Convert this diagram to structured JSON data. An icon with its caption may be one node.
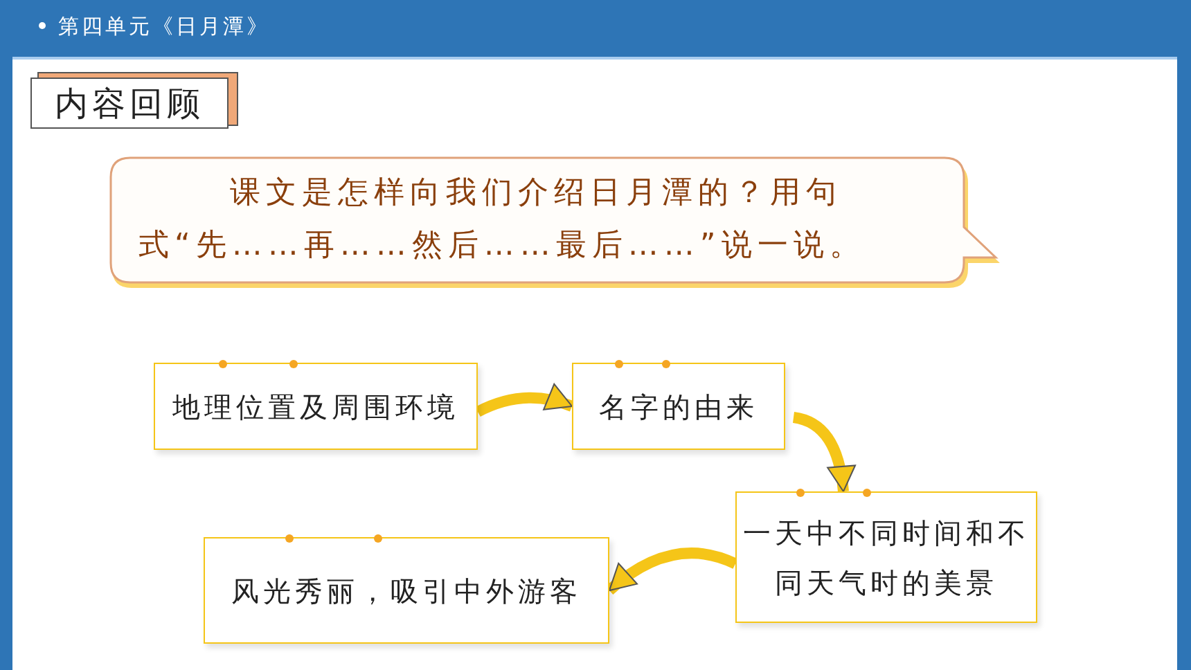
{
  "diagram": {
    "title": "第四单元《日月潭》",
    "nodes": [
      {
        "text": [
          "内容回顾"
        ]
      },
      {
        "text": [
          "课文是怎样向我们介绍日月潭的？用句式“先……再……然后……最后……”说一说。"
        ]
      },
      {
        "text": [
          "地理位置及周围环境"
        ]
      },
      {
        "text": [
          "名字的由来"
        ]
      },
      {
        "text": [
          "一天中不同时间和不同天气时的美景"
        ]
      },
      {
        "text": [
          "风光秀丽，吸引中外游客"
        ]
      }
    ],
    "edges": [
      {
        "from": 2,
        "to": 3,
        "arrow": "to"
      },
      {
        "from": 3,
        "to": 4,
        "arrow": "to"
      },
      {
        "from": 4,
        "to": 5,
        "arrow": "to"
      }
    ]
  }
}
